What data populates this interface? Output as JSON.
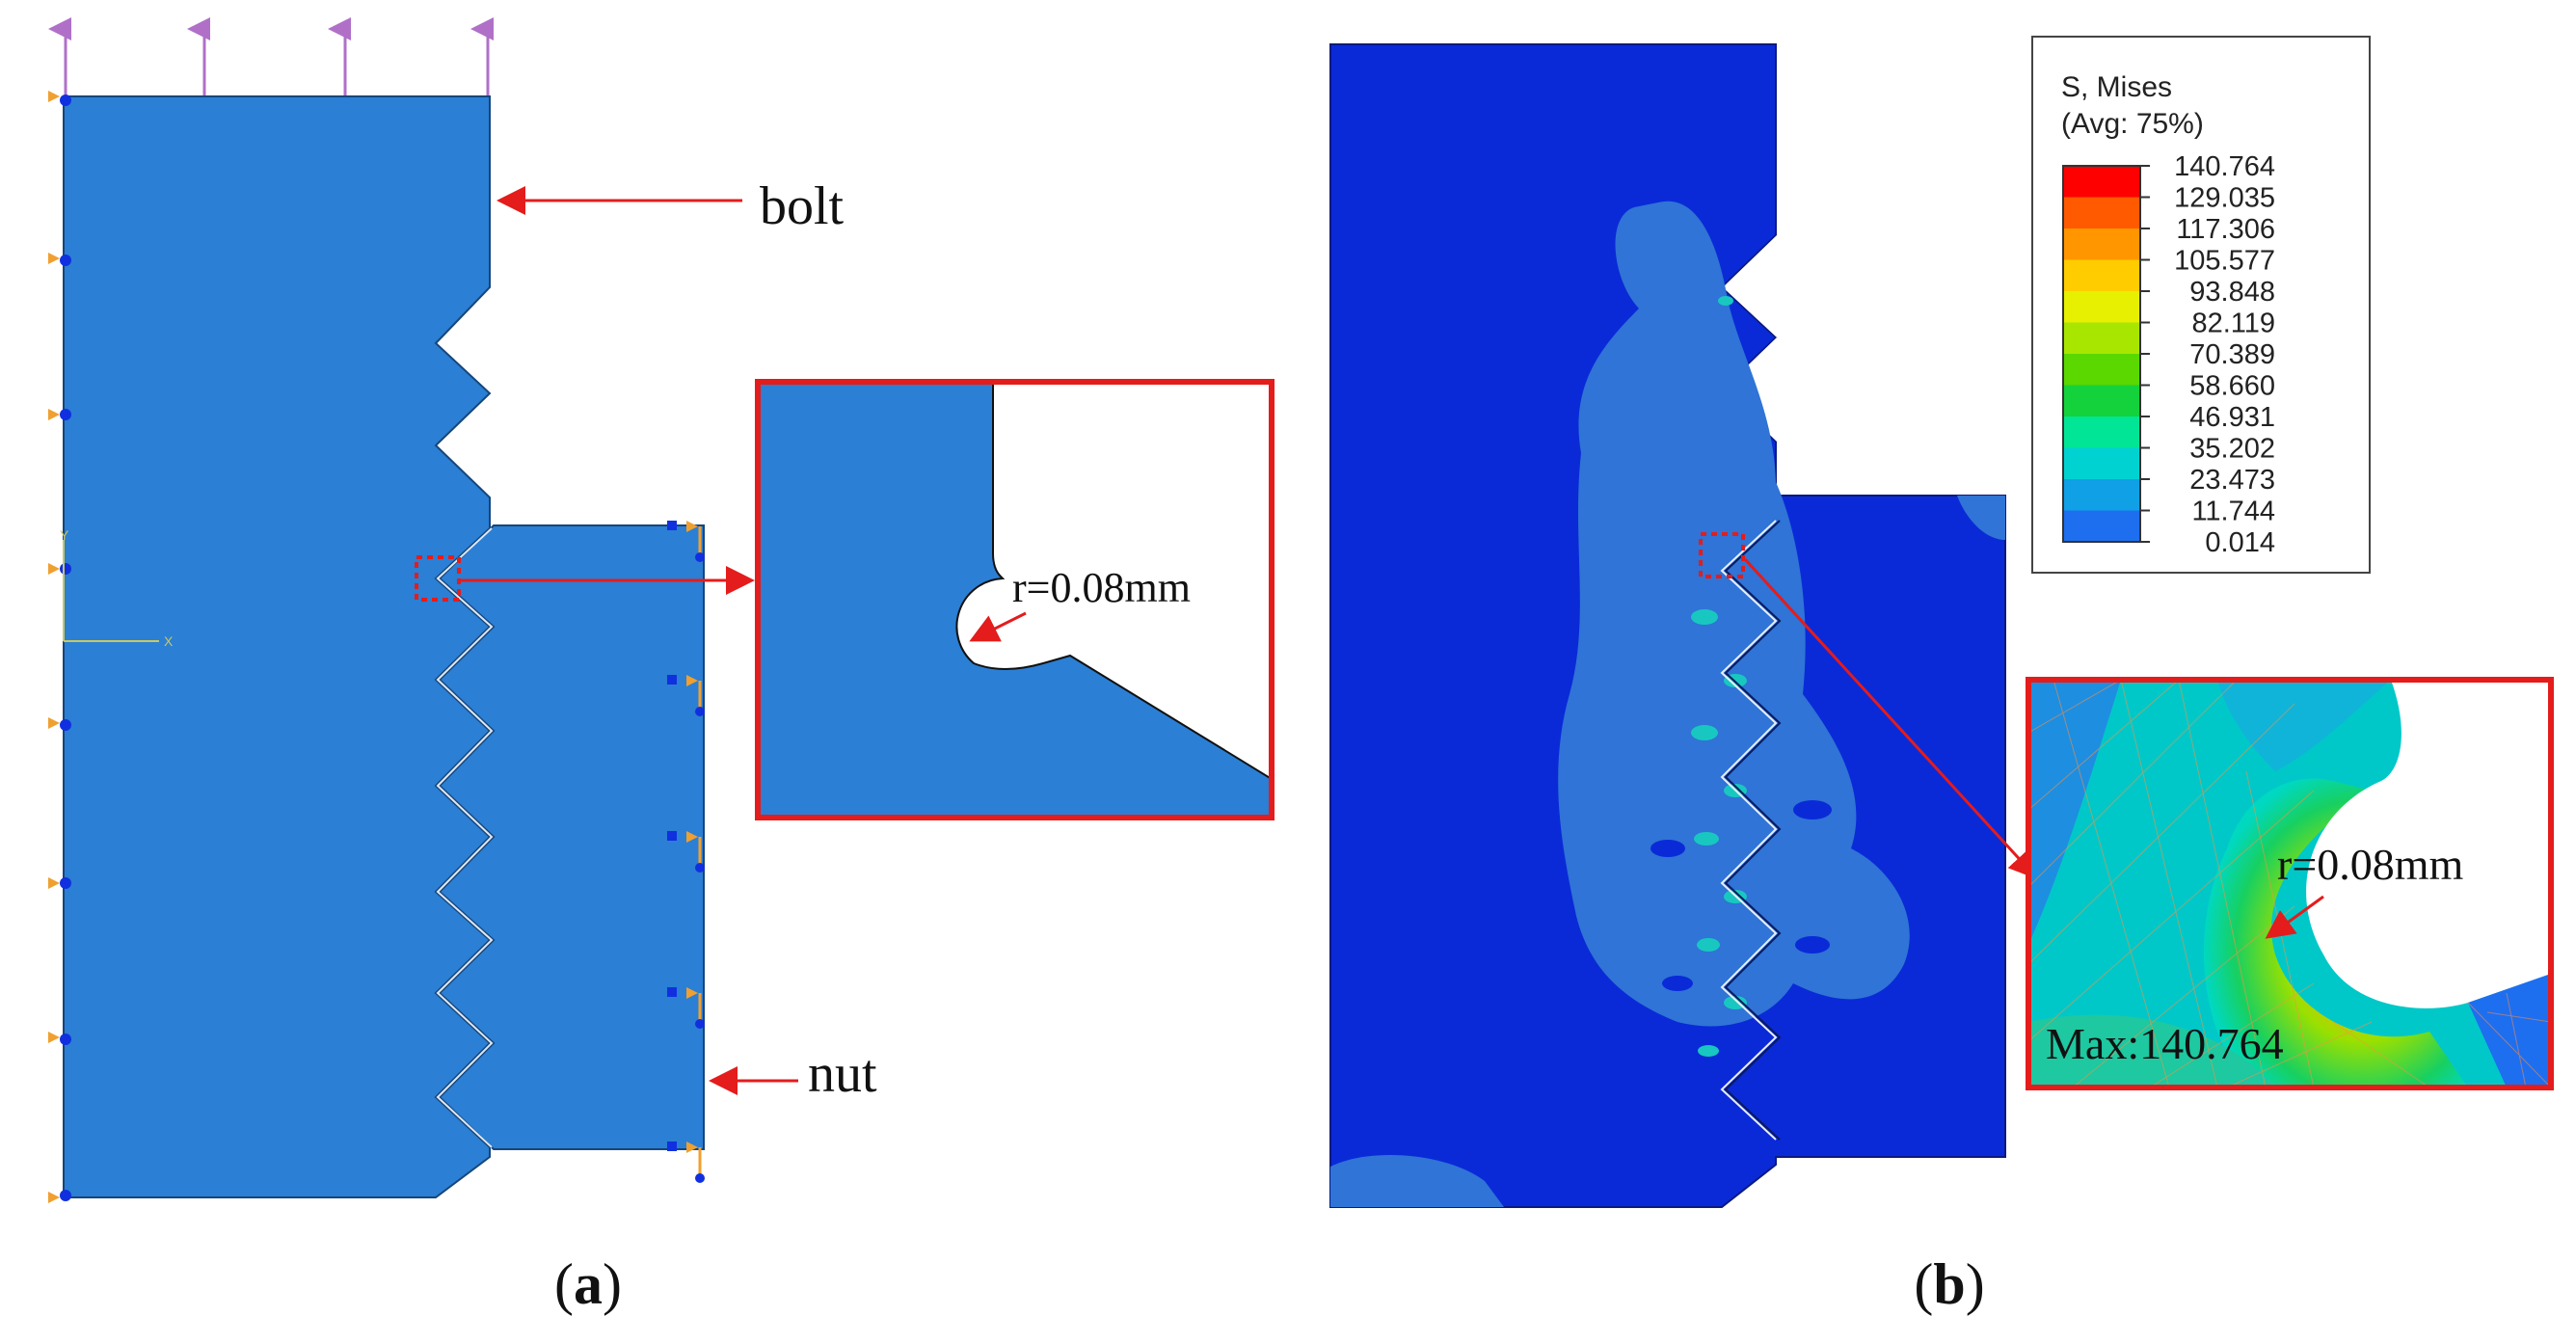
{
  "panel_a": {
    "bolt_label": "bolt",
    "nut_label": "nut",
    "radius_label": "r=0.08mm",
    "axis_y": "Y",
    "axis_x": "X",
    "caption_open": "(",
    "caption_letter": "a",
    "caption_close": ")"
  },
  "panel_b": {
    "radius_label": "r=0.08mm",
    "max_label": "Max:140.764",
    "caption_open": "(",
    "caption_letter": "b",
    "caption_close": ")"
  },
  "legend": {
    "title_line1": "S, Mises",
    "title_line2": "(Avg: 75%)",
    "levels": [
      {
        "value": "140.764",
        "color": "#ff0000"
      },
      {
        "value": "129.035",
        "color": "#ff5a00"
      },
      {
        "value": "117.306",
        "color": "#ff9600"
      },
      {
        "value": "105.577",
        "color": "#ffcc00"
      },
      {
        "value": "93.848",
        "color": "#e6f000"
      },
      {
        "value": "82.119",
        "color": "#a8e600"
      },
      {
        "value": "70.389",
        "color": "#5ad800"
      },
      {
        "value": "58.660",
        "color": "#14d23c"
      },
      {
        "value": "46.931",
        "color": "#00e696"
      },
      {
        "value": "35.202",
        "color": "#00d2d2"
      },
      {
        "value": "23.473",
        "color": "#0fa0e6"
      },
      {
        "value": "11.744",
        "color": "#1e6ef0"
      },
      {
        "value": "0.014",
        "color": "#0a28e6"
      }
    ]
  },
  "colors": {
    "model_blue": "#2b7fd4",
    "contour_dark": "#0a2ad8",
    "contour_mid": "#2f74d6",
    "annotation_red": "#e41c1c"
  }
}
